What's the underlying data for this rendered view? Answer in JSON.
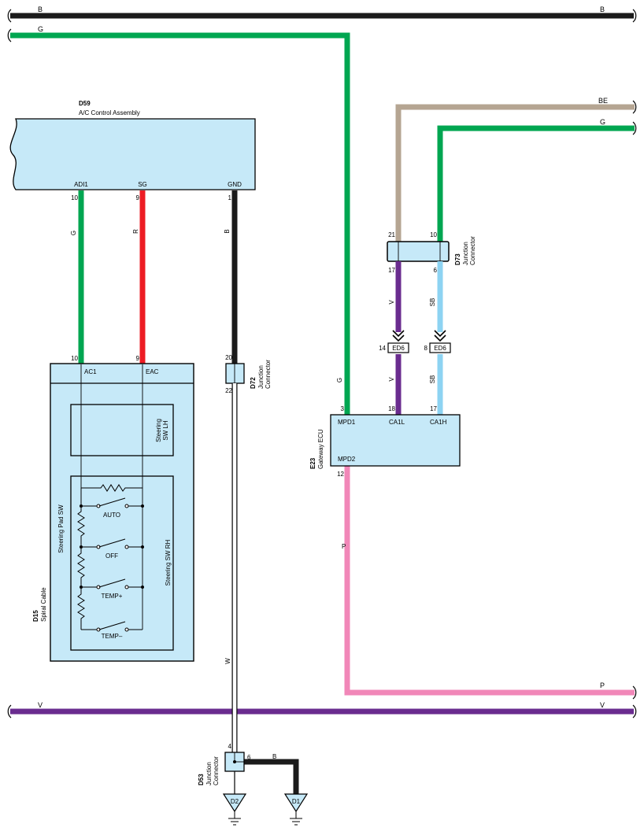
{
  "colors": {
    "wire_black": "#1b1b1b",
    "wire_green": "#00a651",
    "wire_red": "#ed1c24",
    "wire_beige": "#b5a592",
    "wire_violet": "#6a2c8f",
    "wire_sky_blue": "#8dd3f2",
    "wire_pink": "#f187b8",
    "wire_white": "#ffffff",
    "component_fill": "#c6e9f8"
  },
  "bus_labels": {
    "b_left": "B",
    "b_right": "B",
    "g_left": "G",
    "be_right": "BE",
    "g2_right": "G",
    "p_right": "P",
    "v_left": "V",
    "v_right": "V"
  },
  "d59": {
    "code": "D59",
    "name": "A/C Control Assembly",
    "pin_adi1": "ADI1",
    "pin_sg": "SG",
    "pin_gnd": "GND",
    "num_adi1": "10",
    "num_sg": "9",
    "num_gnd": "1"
  },
  "wire_labels": {
    "d59_adi1": "G",
    "d59_sg": "R",
    "d59_gnd": "B",
    "ecu_mpd1": "G",
    "ecu_mpd2": "P",
    "d73_v": "V",
    "d73_sb": "SB",
    "ed6_v": "V",
    "ed6_sb": "SB",
    "d72_w": "W",
    "d53_b": "B"
  },
  "d15": {
    "code": "D15",
    "name": "Spiral Cable",
    "pin_ac1": "AC1",
    "pin_eac": "EAC",
    "num_ac1": "10",
    "num_eac": "9",
    "steering_lh": [
      "Steering",
      "SW LH"
    ],
    "steering_rh": "Steering SW RH",
    "pad_sw": "Steering Pad SW",
    "switch_auto": "AUTO",
    "switch_off": "OFF",
    "switch_temp_up": "TEMP+",
    "switch_temp_down": "TEMP–"
  },
  "d72": {
    "code": "D72",
    "line1": "Junction",
    "line2": "Connector",
    "pin_top": "20",
    "pin_bottom": "22"
  },
  "d73": {
    "code": "D73",
    "line1": "Junction",
    "line2": "Connector",
    "pin_21": "21",
    "pin_10": "10",
    "pin_17": "17",
    "pin_6": "6"
  },
  "ed6": {
    "label_a": "ED6",
    "label_b": "ED6",
    "pin_a": "14",
    "pin_b": "8"
  },
  "e23": {
    "code": "E23",
    "name": "Gateway ECU",
    "pin_mpd1": "MPD1",
    "pin_ca1l": "CA1L",
    "pin_ca1h": "CA1H",
    "pin_mpd2": "MPD2",
    "num_mpd1": "3",
    "num_ca1l": "18",
    "num_ca1h": "17",
    "num_mpd2": "12"
  },
  "d53": {
    "code": "D53",
    "line1": "Junction",
    "line2": "Connector",
    "pin_4": "4",
    "pin_6": "6"
  },
  "grounds": {
    "d2": "D2",
    "d1": "D1"
  }
}
